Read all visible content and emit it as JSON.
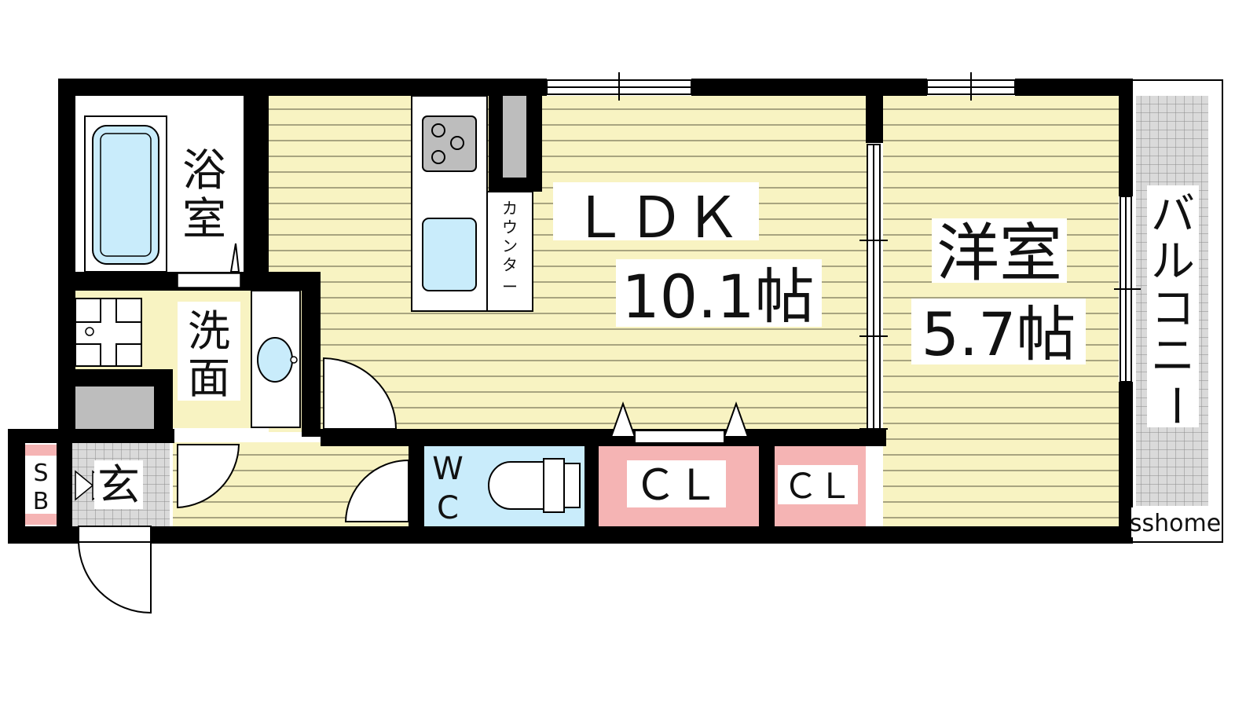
{
  "rooms": {
    "ldk": {
      "name": "ＬＤＫ",
      "size": "10.1帖"
    },
    "western": {
      "name": "洋室",
      "size": "5.7帖"
    },
    "bath": {
      "char1": "浴",
      "char2": "室"
    },
    "wash": {
      "char1": "洗",
      "char2": "面"
    },
    "entrance": {
      "name": "玄"
    },
    "shoebox": {
      "char1": "S",
      "char2": "B"
    },
    "wc": {
      "char1": "W",
      "char2": "C"
    },
    "closet1": {
      "name": "ＣＬ"
    },
    "closet2": {
      "name": "ＣＬ"
    },
    "balcony": {
      "chars": [
        "バ",
        "ル",
        "コ",
        "ニ",
        "ー"
      ]
    },
    "counter": {
      "chars": [
        "カ",
        "ウ",
        "ン",
        "タ",
        "ー"
      ]
    }
  },
  "watermark": "sshome",
  "colors": {
    "floor": "#f8f3c2",
    "floor_lines": "#8d8a6a",
    "wall": "#000000",
    "water": "#c9ecfb",
    "closet": "#f5b4b4",
    "balcony": "#d9d9d9",
    "gray_block": "#bdbdbd"
  }
}
